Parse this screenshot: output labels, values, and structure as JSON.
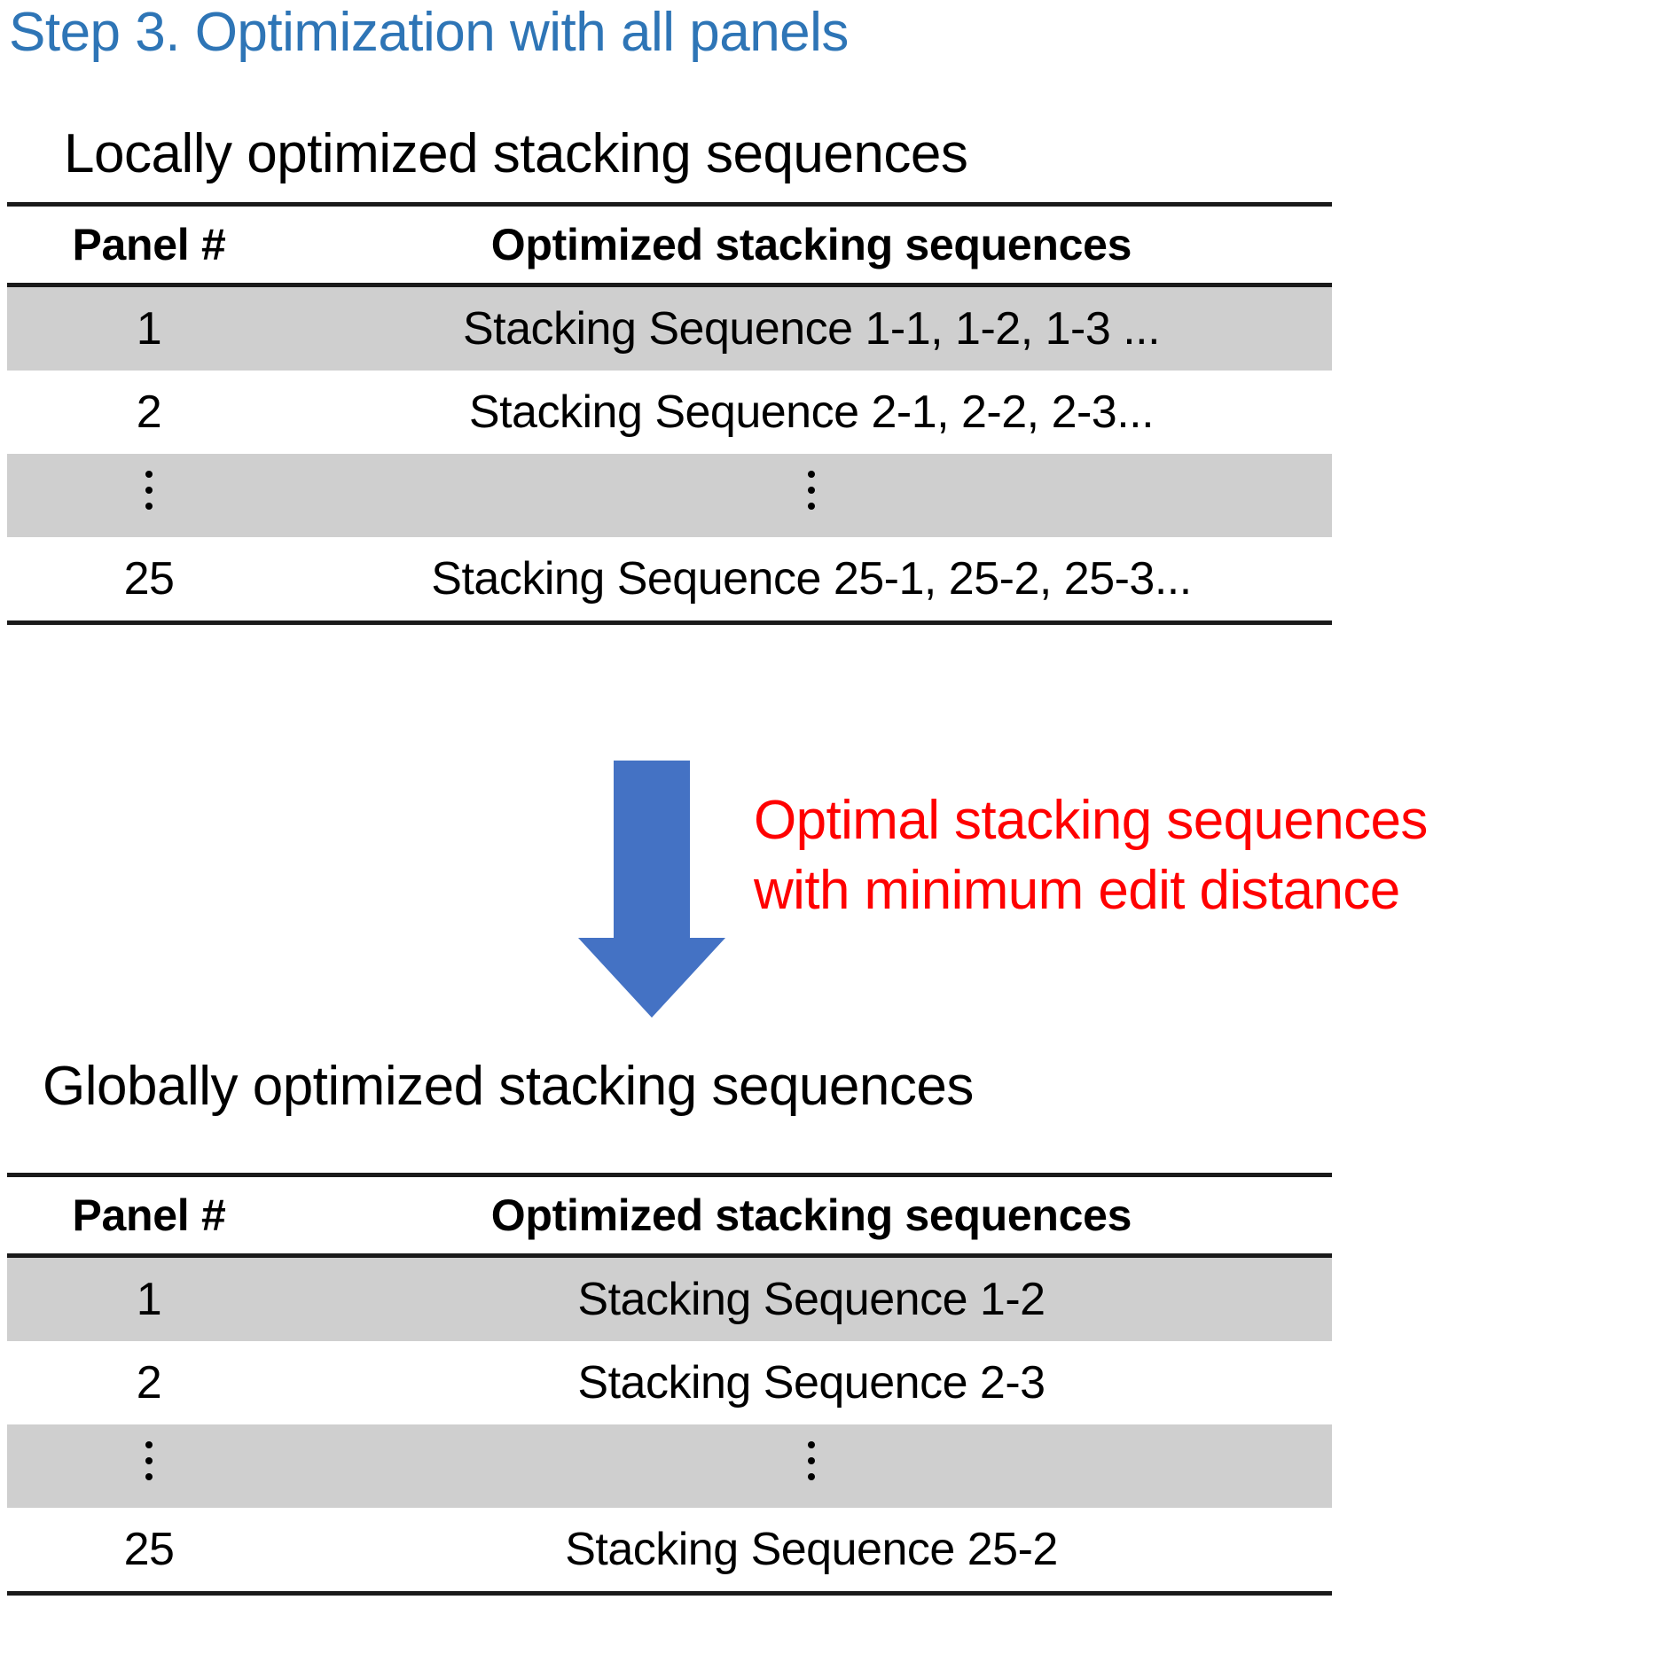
{
  "slide": {
    "step_title": "Step 3. Optimization with all panels",
    "accent_blue": "#2E75B6",
    "arrow_blue": "#4472C4",
    "annotation_red": "#FF0000",
    "row_shade": "#CFCFCF"
  },
  "local_section": {
    "caption": "Locally optimized stacking sequences",
    "table": {
      "columns": [
        "Panel #",
        "Optimized stacking sequences"
      ],
      "rows": [
        {
          "panel": "1",
          "sequence": "Stacking Sequence 1-1, 1-2, 1-3 ..."
        },
        {
          "panel": "2",
          "sequence": "Stacking Sequence 2-1, 2-2, 2-3..."
        },
        {
          "panel": "⋮",
          "sequence": "⋮"
        },
        {
          "panel": "25",
          "sequence": "Stacking Sequence 25-1, 25-2, 25-3..."
        }
      ]
    }
  },
  "arrow": {
    "icon": "arrow-down-icon"
  },
  "annotation": {
    "line1": "Optimal stacking sequences",
    "line2": "with minimum edit distance"
  },
  "global_section": {
    "caption": "Globally optimized stacking sequences",
    "table": {
      "columns": [
        "Panel #",
        "Optimized stacking sequences"
      ],
      "rows": [
        {
          "panel": "1",
          "sequence": "Stacking Sequence 1-2"
        },
        {
          "panel": "2",
          "sequence": "Stacking Sequence 2-3"
        },
        {
          "panel": "⋮",
          "sequence": "⋮"
        },
        {
          "panel": "25",
          "sequence": "Stacking Sequence 25-2"
        }
      ]
    }
  }
}
